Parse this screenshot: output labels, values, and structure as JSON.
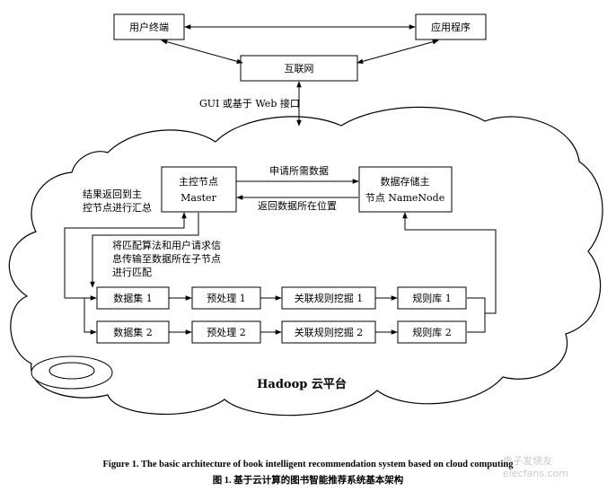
{
  "nodes": {
    "user_terminal": "用户终端",
    "application": "应用程序",
    "internet": "互联网",
    "master_line1": "主控节点",
    "master_line2": "Master",
    "namenode_line1": "数据存储主",
    "namenode_line2": "节点 NameNode",
    "dataset1": "数据集 1",
    "preprocess1": "预处理 1",
    "mining1": "关联规则挖掘 1",
    "rulebase1": "规则库 1",
    "dataset2": "数据集 2",
    "preprocess2": "预处理 2",
    "mining2": "关联规则挖掘 2",
    "rulebase2": "规则库 2"
  },
  "labels": {
    "gui_interface": "GUI 或基于 Web 接口",
    "request_data": "申请所需数据",
    "return_location": "返回数据所在位置",
    "result_summary_line1": "结果返回到主",
    "result_summary_line2": "控节点进行汇总",
    "dispatch_line1": "将匹配算法和用户请求信",
    "dispatch_line2": "息传输至数据所在子节点",
    "dispatch_line3": "进行匹配",
    "platform": "Hadoop 云平台"
  },
  "caption": {
    "english": "Figure 1. The basic architecture of book intelligent recommendation system based on cloud computing",
    "chinese": "图 1.  基于云计算的图书智能推荐系统基本架构"
  },
  "watermark": "电子发烧友 elecfans.com"
}
